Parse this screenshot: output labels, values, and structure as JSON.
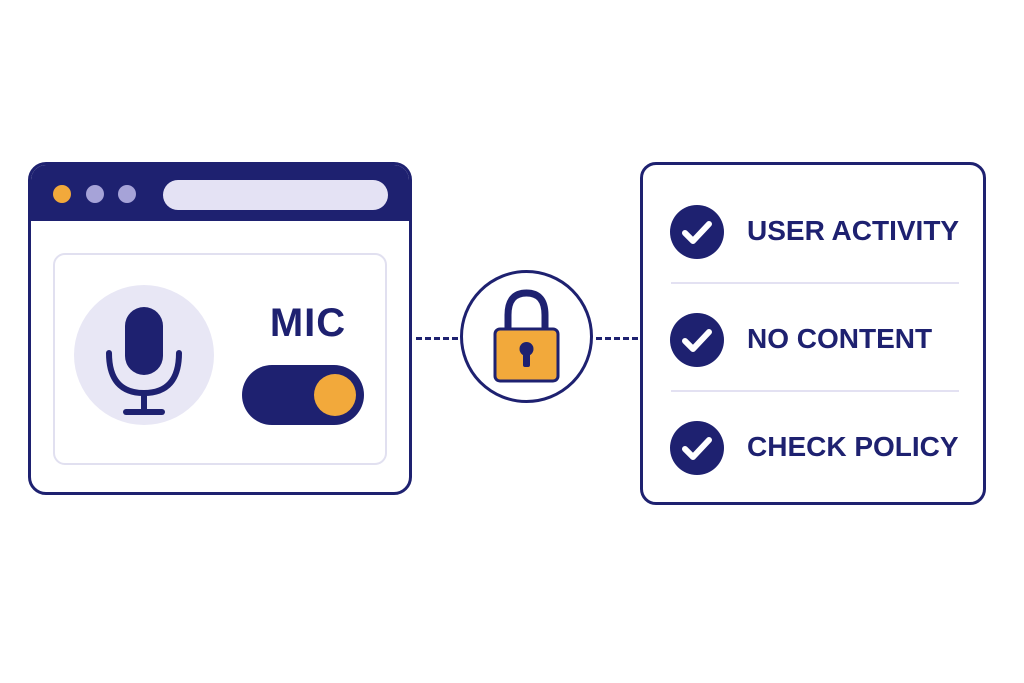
{
  "colors": {
    "navy": "#1e2170",
    "accent_orange": "#f2a93b",
    "lavender": "#e8e7f5",
    "light_bar": "#e4e2f4"
  },
  "browser": {
    "window_dots": [
      "orange",
      "lavender",
      "lavender"
    ],
    "mic_icon": "microphone-icon",
    "mic_label": "MIC",
    "mic_toggle_on": true
  },
  "lock_icon": "padlock-icon",
  "policy": {
    "items": [
      {
        "icon": "check-icon",
        "label": "USER ACTIVITY"
      },
      {
        "icon": "check-icon",
        "label": "NO CONTENT"
      },
      {
        "icon": "check-icon",
        "label": "CHECK POLICY"
      }
    ]
  }
}
